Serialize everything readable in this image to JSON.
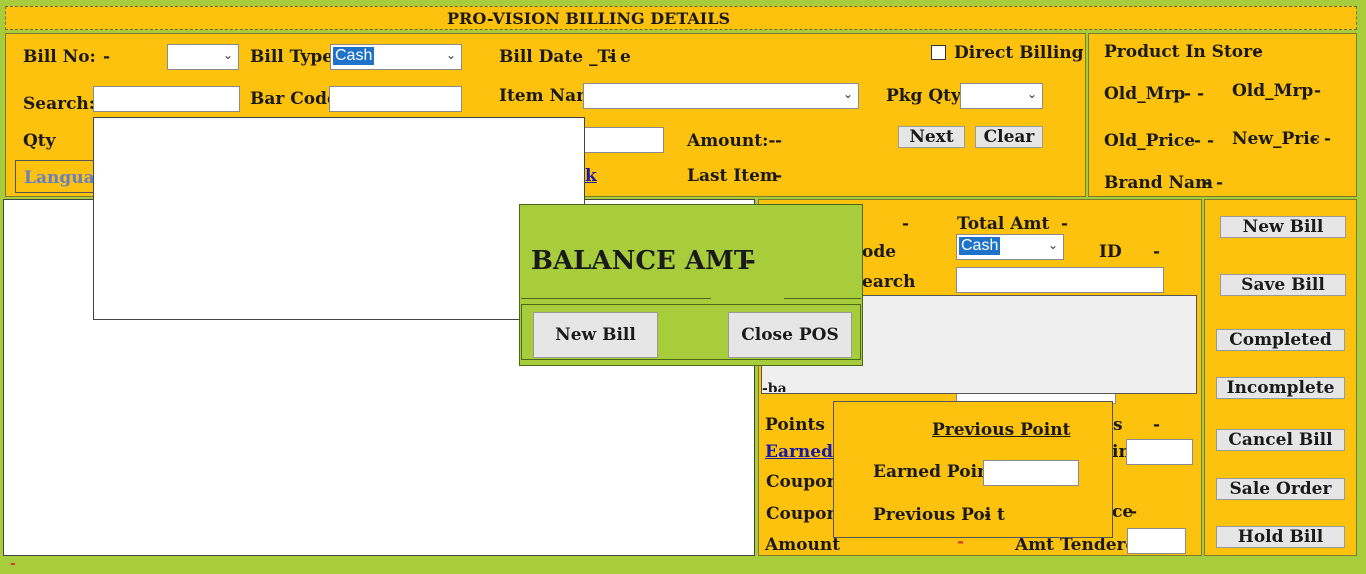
{
  "header": {
    "title": "PRO-VISION BILLING DETAILS"
  },
  "top": {
    "bill_no_label": "Bill No:",
    "bill_no_value": "-",
    "bill_type_label": "Bill Type:",
    "bill_type_value": "Cash",
    "bill_date_label": "Bill Date _Ti",
    "bill_date_value": "- e",
    "direct_billing_label": "Direct Billing",
    "search_label": "Search:",
    "bar_code_label": "Bar Code",
    "item_name_label": "Item Nam",
    "pkg_qty_label": "Pkg Qty",
    "qty_label": "Qty",
    "amount_label": "Amount:-",
    "amount_value": "-",
    "next_label": "Next",
    "clear_label": "Clear",
    "language_label": "Languag",
    "k_link": "k",
    "last_item_label": "Last Item",
    "last_item_value": "-"
  },
  "store": {
    "product_label": "Product In Store",
    "product_value": "-",
    "old_mrp1_label": "Old_Mrp",
    "old_mrp1_value": "-  -",
    "old_mrp2_label": "Old_Mrp",
    "old_mrp2_value": "-",
    "old_price_label": "Old_Price",
    "old_price_value": "-  -",
    "new_price_label": "New_Pric",
    "new_price_value": "-  -",
    "brand_label": "Brand Nam",
    "brand_value": "-  -"
  },
  "payment": {
    "dash1": "-",
    "total_amt_label": "Total Amt",
    "total_amt_value": "-",
    "mode_label": "ode",
    "mode_value": "Cash",
    "id_label": "ID",
    "id_value": "-",
    "search_label": "earch",
    "points_label": "Points",
    "earned_link": "Earned",
    "coupon1_label": "Coupon",
    "coupon2_label": "Coupon",
    "amount_label": "Amount",
    "amount_value": "-",
    "amt_tendered_label": "Amt Tendere",
    "s_label": "s",
    "s_value": "-",
    "in_label": "in",
    "ce_label": "ce",
    "ce_value": "-",
    "cut_label": "-ba"
  },
  "points_popup": {
    "title": "Previous Point",
    "earned_label": "Earned Point",
    "previous_label": "Previous Poi",
    "previous_value": "- t"
  },
  "balance_popup": {
    "title": "BALANCE AMT",
    "value": "-",
    "new_bill_label": "New Bill",
    "close_pos_label": "Close POS"
  },
  "actions": [
    "New Bill",
    "Save Bill",
    "Completed",
    "Incomplete",
    "Cancel Bill",
    "Sale Order",
    "Hold Bill"
  ],
  "footer": {
    "mark": "-"
  }
}
